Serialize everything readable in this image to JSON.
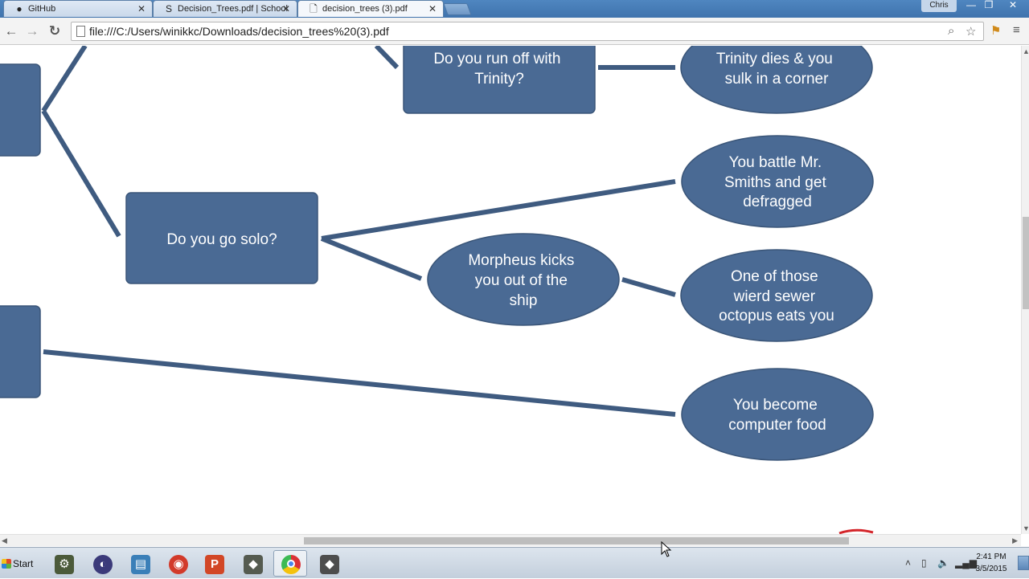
{
  "tabs": [
    {
      "title": "GitHub",
      "icon": "github-icon"
    },
    {
      "title": "Decision_Trees.pdf | School",
      "icon": "schoology-icon"
    },
    {
      "title": "decision_trees (3).pdf",
      "icon": "document-icon",
      "active": true
    }
  ],
  "window": {
    "user": "Chris",
    "minimize": "—",
    "restore": "❐",
    "close": "✕"
  },
  "toolbar": {
    "back": "←",
    "forward": "→",
    "reload": "↻",
    "url": "file:///C:/Users/winikkc/Downloads/decision_trees%20(3).pdf"
  },
  "diagram": {
    "fill": "#4a6a94",
    "edge_color": "#3f5b80",
    "nodes": {
      "run_off": [
        "Do you run off with",
        "Trinity?"
      ],
      "trinity_dies": [
        "Trinity dies & you",
        "sulk in a corner"
      ],
      "battle": [
        "You battle  Mr.",
        "Smiths and get",
        "defragged"
      ],
      "go_solo": [
        "Do you go solo?"
      ],
      "morpheus": [
        "Morpheus kicks",
        "you out of the",
        "ship"
      ],
      "octopus": [
        "One of those",
        "wierd sewer",
        "octopus eats you"
      ],
      "computer_food": [
        "You become",
        "computer food"
      ]
    }
  },
  "taskbar": {
    "start_label": "Start",
    "apps": [
      "settings",
      "eclipse",
      "file-manager",
      "media",
      "powerpoint",
      "tool",
      "chrome",
      "tool2"
    ],
    "active_app": "chrome",
    "time": "2:41 PM",
    "date": "3/5/2015"
  }
}
